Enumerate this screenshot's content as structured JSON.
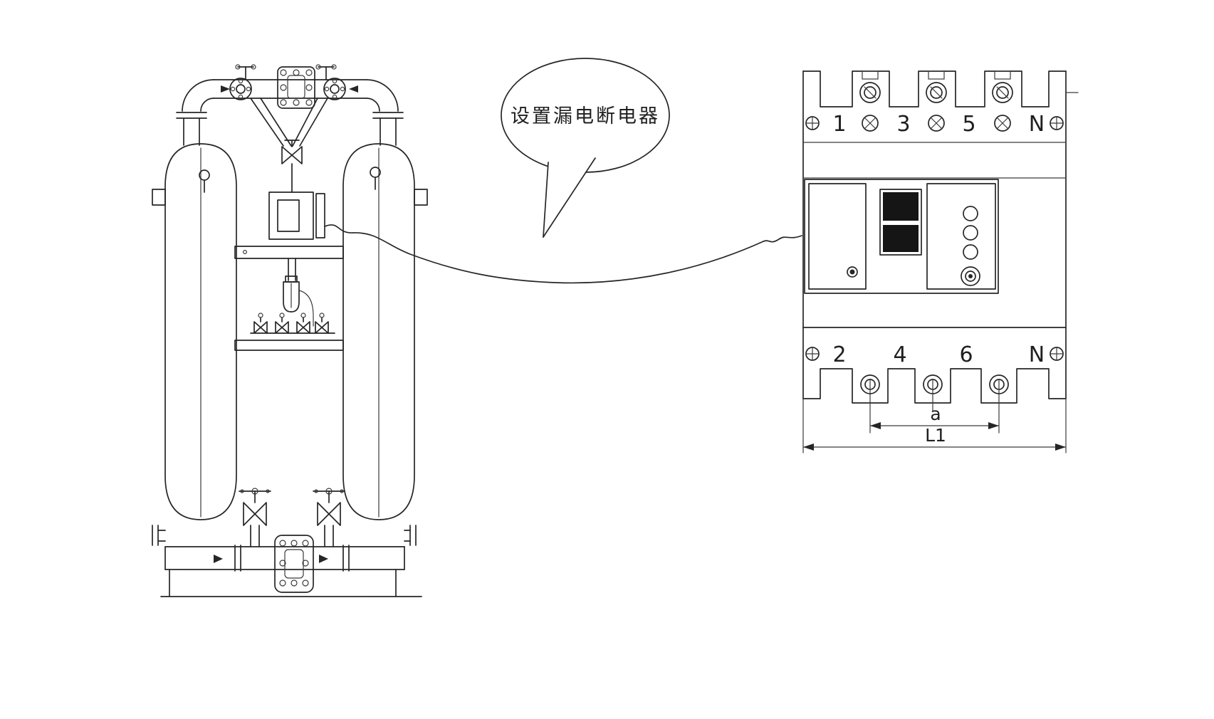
{
  "colors": {
    "ink": "#262626",
    "background": "#ffffff",
    "toggle": "#151515"
  },
  "callout": {
    "text": "设置漏电断电器"
  },
  "breaker": {
    "top_terminal_labels": [
      "1",
      "3",
      "5",
      "N"
    ],
    "bottom_terminal_labels": [
      "2",
      "4",
      "6",
      "N"
    ],
    "dimensions": {
      "a": "a",
      "l1": "L1"
    }
  }
}
